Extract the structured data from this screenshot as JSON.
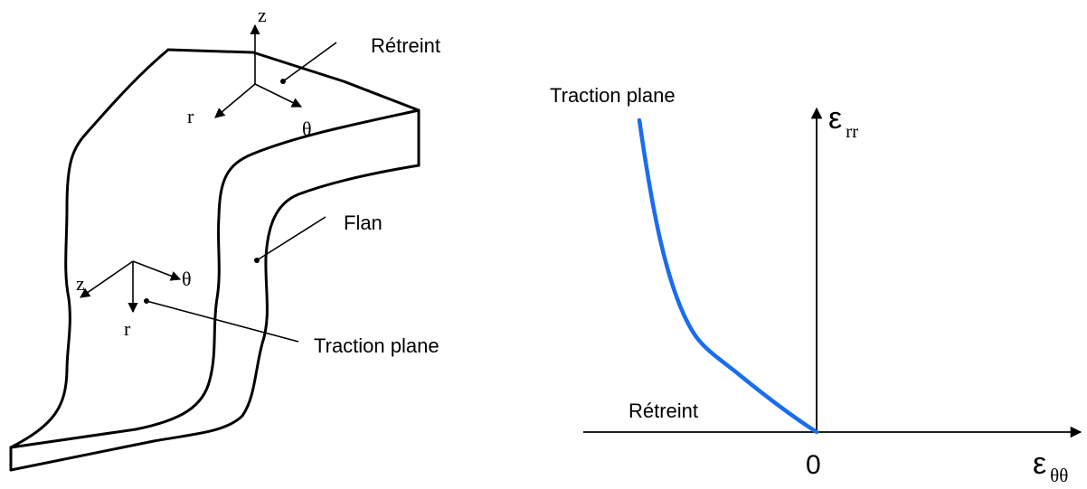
{
  "left_diagram": {
    "labels": {
      "retreint": "Rétreint",
      "flan": "Flan",
      "traction_plane": "Traction plane"
    },
    "axes_top": {
      "z": "z",
      "r": "r",
      "theta": "θ"
    },
    "axes_bottom": {
      "z": "z",
      "r": "r",
      "theta": "θ"
    }
  },
  "right_diagram": {
    "labels": {
      "traction_plane": "Traction plane",
      "retreint": "Rétreint",
      "origin": "0"
    },
    "y_axis": {
      "symbol": "ε",
      "subscript": "rr"
    },
    "x_axis": {
      "symbol": "ε",
      "subscript": "θθ"
    },
    "curve_color": "#1a6cf0"
  }
}
